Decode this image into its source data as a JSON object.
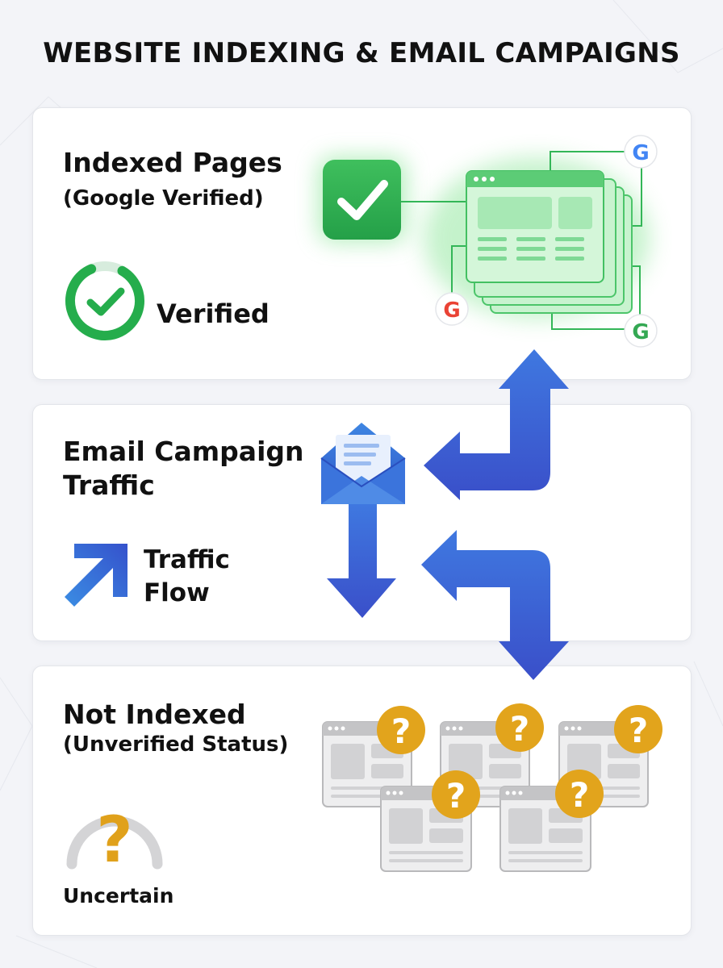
{
  "title": "WEBSITE INDEXING & EMAIL CAMPAIGNS",
  "sections": {
    "indexed": {
      "heading": "Indexed Pages",
      "subheading": "(Google Verified)",
      "status_label": "Verified",
      "color": "#22b04b"
    },
    "email": {
      "heading_line1": "Email Campaign",
      "heading_line2": "Traffic",
      "legend_line1": "Traffic",
      "legend_line2": "Flow",
      "color": "#3a5fd8"
    },
    "not_indexed": {
      "heading": "Not Indexed",
      "subheading": "(Unverified Status)",
      "status_label": "Uncertain",
      "color": "#e3a21a"
    }
  },
  "icons": {
    "google_badge": "G",
    "question_mark": "?"
  }
}
